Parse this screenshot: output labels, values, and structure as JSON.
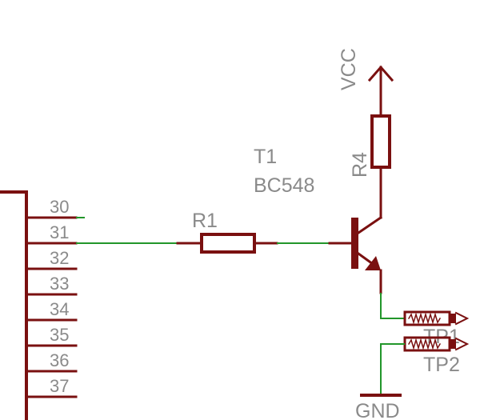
{
  "pins": [
    "30",
    "31",
    "32",
    "33",
    "34",
    "35",
    "36",
    "37"
  ],
  "r1": {
    "name": "R1"
  },
  "t1": {
    "name": "T1",
    "value": "BC548"
  },
  "r4": {
    "name": "R4"
  },
  "vcc": {
    "label": "VCC"
  },
  "tp1": {
    "name": "TP1"
  },
  "tp2": {
    "name": "TP2"
  },
  "gnd": {
    "label": "GND"
  },
  "colors": {
    "part": "#7a1010",
    "wire": "#22962a",
    "label": "#8a8a8a",
    "background": "#ffffff"
  }
}
